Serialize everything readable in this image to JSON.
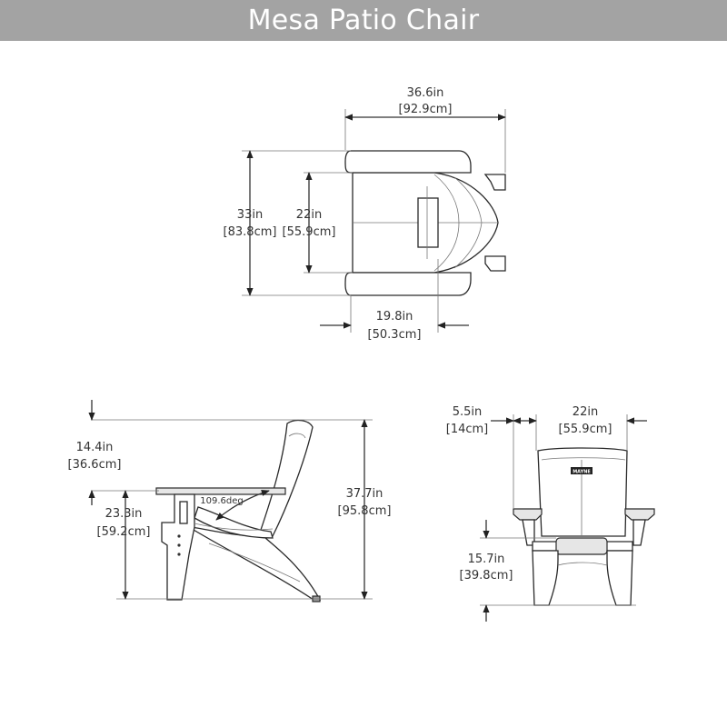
{
  "title": "Mesa Patio Chair",
  "colors": {
    "title_bar": "#a3a3a3",
    "title_text": "#ffffff",
    "line": "#333333"
  },
  "top_view": {
    "width": {
      "in": "36.6in",
      "cm": "[92.9cm]"
    },
    "depth": {
      "in": "33in",
      "cm": "[83.8cm]"
    },
    "seat_width": {
      "in": "22in",
      "cm": "[55.9cm]"
    },
    "seat_depth": {
      "in": "19.8in",
      "cm": "[50.3cm]"
    }
  },
  "side_view": {
    "back_above_arm": {
      "in": "14.4in",
      "cm": "[36.6cm]"
    },
    "arm_height": {
      "in": "23.3in",
      "cm": "[59.2cm]"
    },
    "total_height": {
      "in": "37.7in",
      "cm": "[95.8cm]"
    },
    "recline_angle": "109.6deg"
  },
  "front_view": {
    "arm_width": {
      "in": "5.5in",
      "cm": "[14cm]"
    },
    "seat_width": {
      "in": "22in",
      "cm": "[55.9cm]"
    },
    "seat_height": {
      "in": "15.7in",
      "cm": "[39.8cm]"
    },
    "logo_text": "MAYNE"
  }
}
